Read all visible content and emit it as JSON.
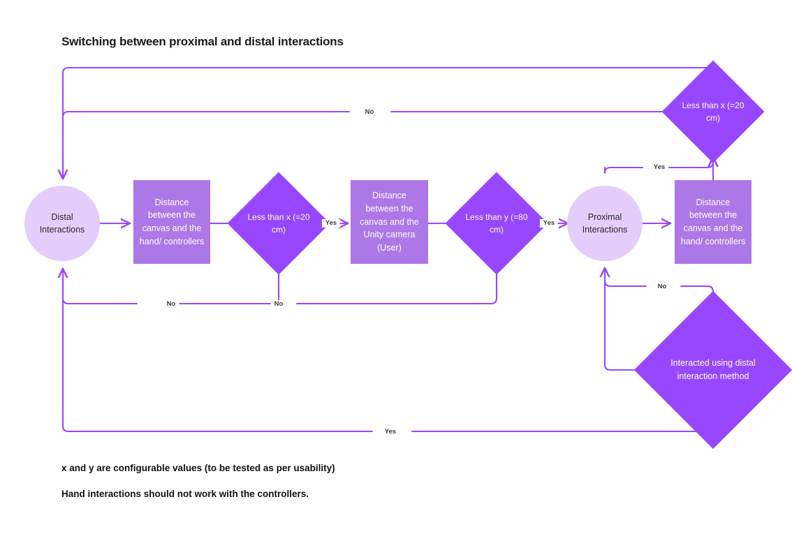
{
  "page": {
    "title": "Switching between proximal and distal interactions",
    "captions": [
      "x and y are configurable values (to be tested as per usability)",
      "Hand interactions should not work with the controllers."
    ]
  },
  "colors": {
    "diamond_fill": "#9747FF",
    "rect_fill": "#AC78E8",
    "circle_fill": "#E4CDFA",
    "connector": "#9747FF",
    "title_text": "#1a1a1a"
  },
  "chart_data": {
    "type": "diagram",
    "title": "Switching between proximal and distal interactions",
    "nodes": [
      {
        "id": "distal",
        "shape": "circle",
        "label": "Distal\nInteractions"
      },
      {
        "id": "dist-hand-1",
        "shape": "rect",
        "label": "Distance between the canvas and the hand/ controllers"
      },
      {
        "id": "less-x-1",
        "shape": "diamond",
        "label": "Less than x (=20 cm)"
      },
      {
        "id": "dist-cam",
        "shape": "rect",
        "label": "Distance between the canvas and the Unity camera (User)"
      },
      {
        "id": "less-y",
        "shape": "diamond",
        "label": "Less than y (=80 cm)"
      },
      {
        "id": "proximal",
        "shape": "circle",
        "label": "Proximal\nInteractions"
      },
      {
        "id": "dist-hand-2",
        "shape": "rect",
        "label": "Distance between the canvas and the hand/ controllers"
      },
      {
        "id": "less-x-2",
        "shape": "diamond",
        "label": "Less than x (=20 cm)"
      },
      {
        "id": "interacted",
        "shape": "diamond",
        "label": "Interacted using distal interaction method"
      }
    ],
    "edges": [
      {
        "from": "distal",
        "to": "dist-hand-1",
        "label": ""
      },
      {
        "from": "dist-hand-1",
        "to": "less-x-1",
        "label": ""
      },
      {
        "from": "less-x-1",
        "to": "dist-cam",
        "label": "Yes"
      },
      {
        "from": "less-x-1",
        "to": "distal",
        "label": "No"
      },
      {
        "from": "dist-cam",
        "to": "less-y",
        "label": ""
      },
      {
        "from": "less-y",
        "to": "proximal",
        "label": "Yes"
      },
      {
        "from": "less-y",
        "to": "distal",
        "label": "No"
      },
      {
        "from": "proximal",
        "to": "dist-hand-2",
        "label": ""
      },
      {
        "from": "dist-hand-2",
        "to": "less-x-2",
        "label": ""
      },
      {
        "from": "less-x-2",
        "to": "distal",
        "label": "No"
      },
      {
        "from": "less-x-2",
        "to": "proximal",
        "label": "Yes"
      },
      {
        "from": "interacted",
        "to": "proximal",
        "label": "No"
      },
      {
        "from": "interacted",
        "to": "distal",
        "label": "Yes"
      }
    ]
  },
  "nodes": {
    "distal": {
      "line1": "Distal",
      "line2": "Interactions"
    },
    "dist_hand_1": {
      "text": "Distance between the canvas and the hand/ controllers"
    },
    "less_x_1": {
      "text": "Less than x (=20 cm)"
    },
    "dist_cam": {
      "text": "Distance between the canvas and the Unity camera (User)"
    },
    "less_y": {
      "text": "Less than y (=80 cm)"
    },
    "proximal": {
      "line1": "Proximal",
      "line2": "Interactions"
    },
    "dist_hand_2": {
      "text": "Distance between the canvas and the hand/ controllers"
    },
    "less_x_2": {
      "text": "Less than x (=20 cm)"
    },
    "interacted": {
      "text": "Interacted using distal interaction method"
    }
  },
  "edge_labels": {
    "no_top": "No",
    "yes_x1": "Yes",
    "yes_y": "Yes",
    "no_bottom_left": "No",
    "no_bottom_mid": "No",
    "yes_right_up": "Yes",
    "no_right": "No",
    "yes_bottom": "Yes"
  }
}
